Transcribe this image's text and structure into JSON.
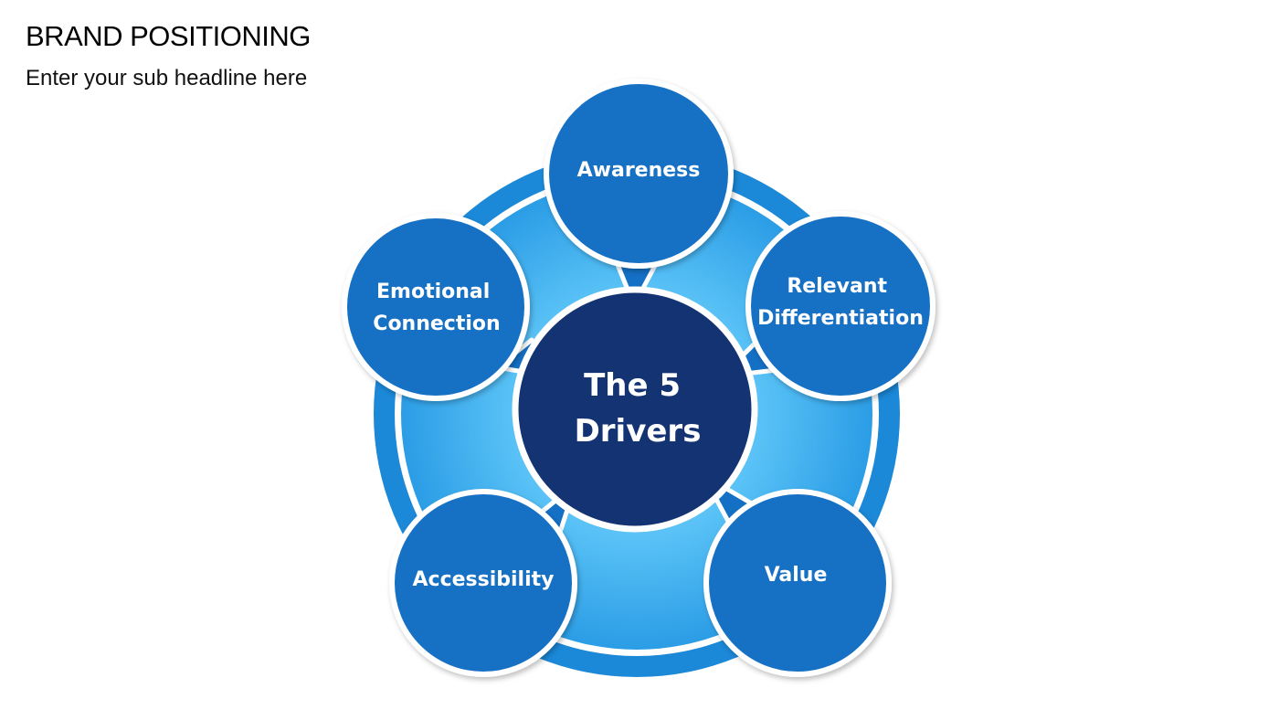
{
  "slide": {
    "title": "BRAND POSITIONING",
    "subtitle": "Enter your sub headline here"
  },
  "diagram": {
    "center": {
      "lines": [
        "The 5",
        "Drivers"
      ]
    },
    "drivers": [
      {
        "id": "awareness",
        "lines": [
          "Awareness"
        ]
      },
      {
        "id": "relevant-differentiation",
        "lines": [
          "Relevant",
          "Differentiation"
        ]
      },
      {
        "id": "value",
        "lines": [
          "Value"
        ]
      },
      {
        "id": "accessibility",
        "lines": [
          "Accessibility"
        ]
      },
      {
        "id": "emotional-connection",
        "lines": [
          "Emotional",
          "Connection"
        ]
      }
    ]
  },
  "colors": {
    "outer_ring": "#1b88d8",
    "inner_ring_light": "#5ec4f6",
    "node_fill": "#1470c4",
    "center_fill": "#143373",
    "node_border": "#ffffff"
  }
}
